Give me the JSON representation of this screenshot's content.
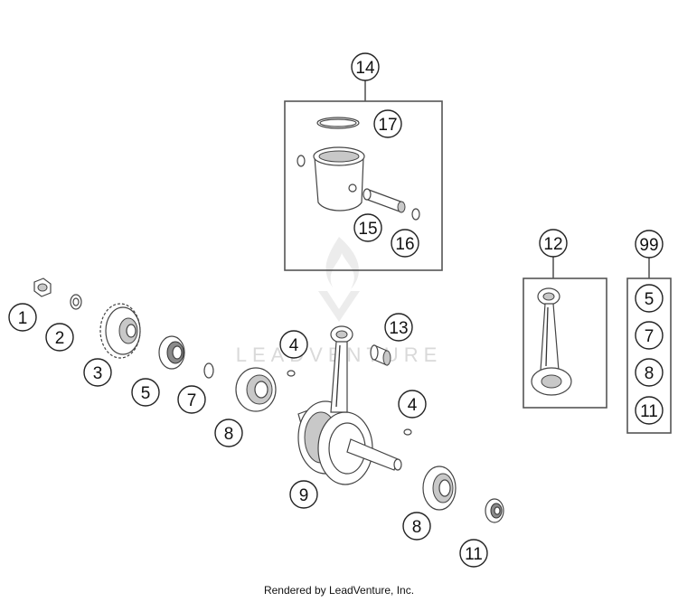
{
  "footer": {
    "text": "Rendered by LeadVenture, Inc."
  },
  "watermark": {
    "text": "LEADVENTURE",
    "color": "#d9d9d9"
  },
  "callouts": {
    "c1": "1",
    "c2": "2",
    "c3": "3",
    "c4a": "4",
    "c4b": "4",
    "c5": "5",
    "c7": "7",
    "c8a": "8",
    "c8b": "8",
    "c9": "9",
    "c11": "11",
    "c12": "12",
    "c13": "13",
    "c14": "14",
    "c15": "15",
    "c16": "16",
    "c17": "17",
    "c99": "99"
  },
  "kit_99": [
    "5",
    "7",
    "8",
    "11"
  ]
}
